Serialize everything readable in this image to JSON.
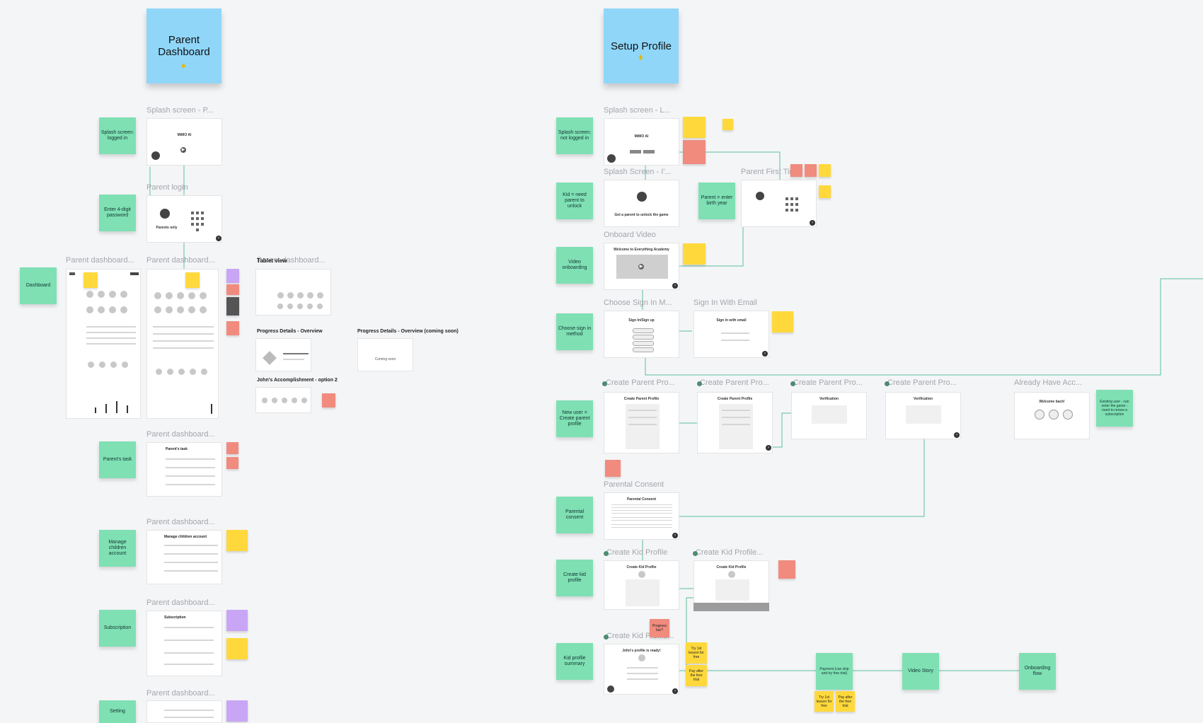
{
  "sections": {
    "parent_dashboard": "Parent Dashboard",
    "setup_profile": "Setup Profile"
  },
  "left": {
    "steps": [
      "Splash screen: logged in",
      "Enter 4-digit password",
      "Dashboard",
      "Parent's task",
      "Manage children account",
      "Subscription",
      "Setting"
    ],
    "frames": [
      "Splash screen - P...",
      "Parent login",
      "Parent dashboard...",
      "Parent dashboard...",
      "Parent dashboard...",
      "Parent dashboard...",
      "Parent dashboard...",
      "Parent dashboard...",
      "Parent dashboard..."
    ],
    "tablet_view_label": "Tablet view",
    "headings": [
      "Progress Details - Overview",
      "Progress Details - Overview (coming soon)",
      "John's Accomplishment - option 2"
    ],
    "screen_titles": {
      "mimo": "MiMO AI",
      "parents_only": "Parents only",
      "parents_task": "Parent's task",
      "manage_children": "Manage children account",
      "subscription": "Subscription",
      "coming_soon": "Coming soon"
    }
  },
  "right": {
    "steps": [
      "Splash screen: not logged in",
      "Kid = need parent to unlock",
      "Parent = enter birth year",
      "Video onboarding",
      "Choose sign in method",
      "New user = Create parent profile",
      "Existing user - can enter the game - need to renew a subscription",
      "Parental consent",
      "Create kid profile",
      "Kid profile summary",
      "Payment (can skip and try free trial)",
      "Video Story",
      "Onboarding flow"
    ],
    "frames": [
      "Splash screen - L...",
      "Splash Screen - I'...",
      "Parent First Time",
      "Onboard Video",
      "Choose Sign In M...",
      "Sign In With Email",
      "Create Parent Pro...",
      "Create Parent Pro...",
      "Create Parent Pro...",
      "Create Parent Pro...",
      "Already Have Acc...",
      "Parental Consent",
      "Create Kid Profile",
      "Create Kid Profile...",
      "Create Kid Profile..."
    ],
    "screen_titles": {
      "mimo": "MiMO AI",
      "unlock": "Get a parent to unlock the game",
      "welcome": "Welcome to Everything Academy",
      "sign_in": "Sign In/Sign up",
      "sign_in_email": "Sign in with email",
      "create_parent": "Create Parent Profile",
      "verification": "Verification",
      "welcome_back": "Welcome back!",
      "parental_consent": "Parental Consent",
      "create_kid": "Create Kid Profile",
      "kid_ready": "John's profile is ready!"
    },
    "notes": {
      "progress_bar": "Progress bar?",
      "try_lesson": "Try 1st lesson for free",
      "pay_after": "Pay after the free trial",
      "try_lesson_2": "Try 1st lesson for free",
      "pay_after_2": "Pay after the free trial"
    }
  },
  "colors": {
    "canvas": "#f4f5f7",
    "section_sticky": "#8fd6f9",
    "step_sticky": "#7fe0b3",
    "yellow_note": "#ffd93c",
    "red_note": "#f08b7e",
    "purple_note": "#c9a6f5",
    "connector": "#5cbf9c"
  }
}
